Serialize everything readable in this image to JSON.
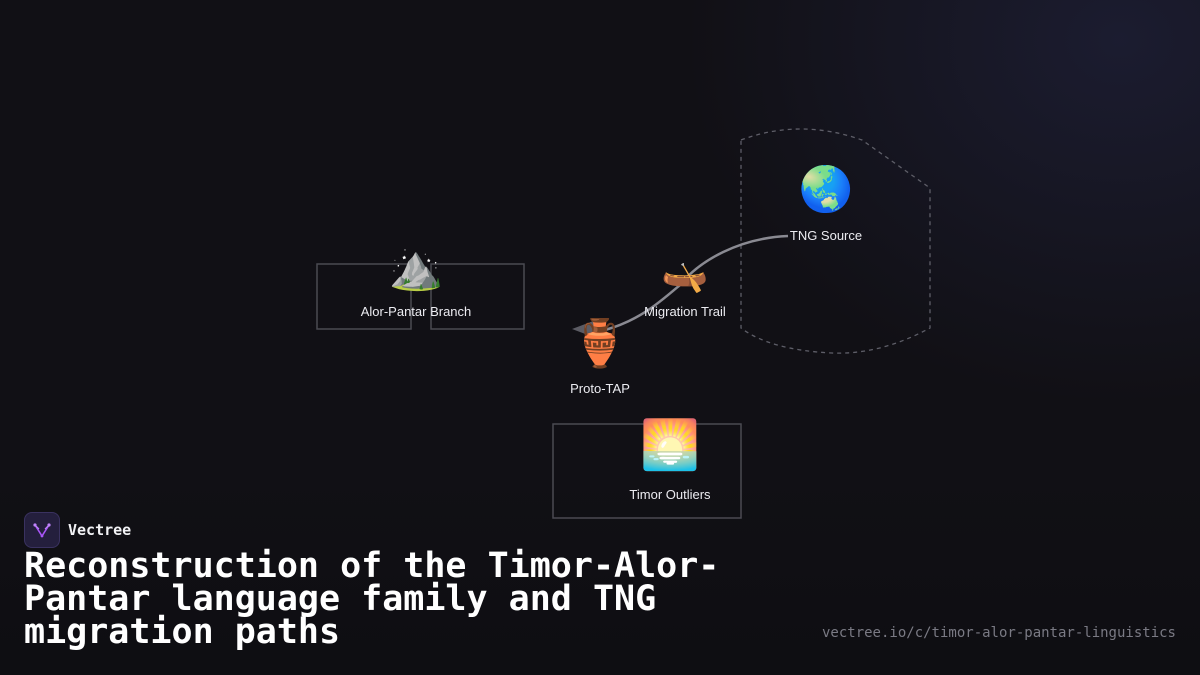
{
  "diagram": {
    "nodes": [
      {
        "id": "tng",
        "icon": "globe-icon",
        "glyph": "🌏",
        "label": "TNG Source"
      },
      {
        "id": "migration",
        "icon": "canoe-icon",
        "glyph": "🛶",
        "label": "Migration Trail"
      },
      {
        "id": "alor",
        "icon": "mountain-icon",
        "glyph": "⛰️",
        "label": "Alor-Pantar Branch"
      },
      {
        "id": "proto",
        "icon": "amphora-icon",
        "glyph": "🏺",
        "label": "Proto-TAP"
      },
      {
        "id": "timor",
        "icon": "sunrise-icon",
        "glyph": "🌅",
        "label": "Timor Outliers"
      }
    ],
    "edges": [
      {
        "from": "TNG Source",
        "to": "Proto-TAP",
        "via": "Migration Trail"
      }
    ]
  },
  "brand": {
    "name": "Vectree",
    "logo_icon": "vectree-logo-icon"
  },
  "title": "Reconstruction of the Timor-Alor-Pantar language family and TNG migration paths",
  "url": "vectree.io/c/timor-alor-pantar-linguistics",
  "colors": {
    "background": "#111015",
    "text": "#ffffff",
    "muted": "#7a7a84",
    "accent": "#a855f7"
  }
}
